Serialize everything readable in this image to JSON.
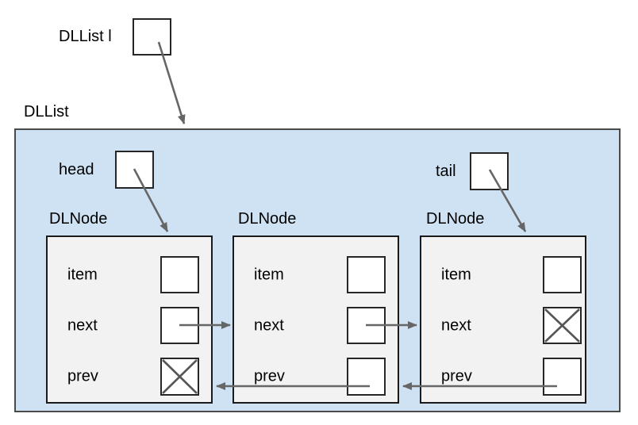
{
  "colors": {
    "background": "#ffffff",
    "container_fill": "#cfe2f3",
    "container_border": "#4a4a4a",
    "node_fill": "#f2f2f2",
    "node_border": "#1a1a1a",
    "pointer_box_fill": "#ffffff",
    "pointer_box_border": "#262626",
    "arrow": "#666666",
    "text": "#000000"
  },
  "external_ref": {
    "label": "DLList l"
  },
  "list": {
    "label": "DLList",
    "head": {
      "label": "head"
    },
    "tail": {
      "label": "tail"
    }
  },
  "nodes": [
    {
      "title": "DLNode",
      "fields": [
        {
          "label": "item",
          "is_null": false
        },
        {
          "label": "next",
          "is_null": false
        },
        {
          "label": "prev",
          "is_null": true
        }
      ]
    },
    {
      "title": "DLNode",
      "fields": [
        {
          "label": "item",
          "is_null": false
        },
        {
          "label": "next",
          "is_null": false
        },
        {
          "label": "prev",
          "is_null": false
        }
      ]
    },
    {
      "title": "DLNode",
      "fields": [
        {
          "label": "item",
          "is_null": false
        },
        {
          "label": "next",
          "is_null": true
        },
        {
          "label": "prev",
          "is_null": false
        }
      ]
    }
  ],
  "pointers": [
    {
      "from": "l",
      "to": "DLList container"
    },
    {
      "from": "head",
      "to": "node 1"
    },
    {
      "from": "tail",
      "to": "node 3"
    },
    {
      "from": "node 1 next",
      "to": "node 2"
    },
    {
      "from": "node 2 next",
      "to": "node 3"
    },
    {
      "from": "node 2 prev",
      "to": "node 1"
    },
    {
      "from": "node 3 prev",
      "to": "node 2"
    }
  ]
}
